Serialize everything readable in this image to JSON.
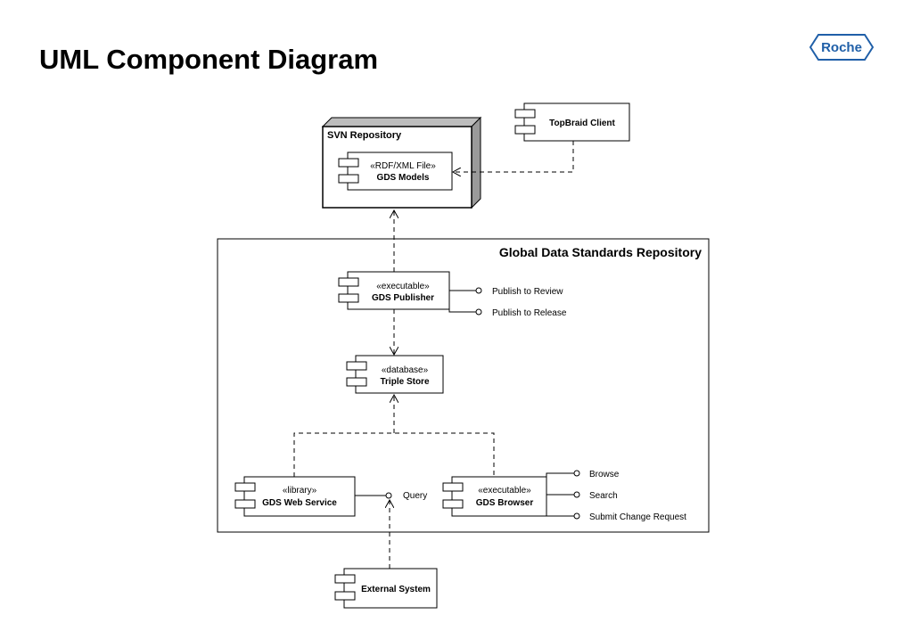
{
  "title": "UML Component Diagram",
  "logo": {
    "text": "Roche",
    "color": "#1f5fa8"
  },
  "nodes": {
    "svn": {
      "label": "SVN Repository"
    },
    "gdsr": {
      "label": "Global Data Standards Repository"
    }
  },
  "components": {
    "gds_models": {
      "stereotype": "«RDF/XML File»",
      "name": "GDS Models"
    },
    "topbraid": {
      "name": "TopBraid Client"
    },
    "publisher": {
      "stereotype": "«executable»",
      "name": "GDS Publisher"
    },
    "triple_store": {
      "stereotype": "«database»",
      "name": "Triple Store"
    },
    "web_service": {
      "stereotype": "«library»",
      "name": "GDS Web Service"
    },
    "browser": {
      "stereotype": "«executable»",
      "name": "GDS Browser"
    },
    "external": {
      "name": "External System"
    }
  },
  "interfaces": {
    "publish_review": "Publish to Review",
    "publish_release": "Publish to Release",
    "query": "Query",
    "browse": "Browse",
    "search": "Search",
    "submit_change": "Submit Change Request"
  }
}
